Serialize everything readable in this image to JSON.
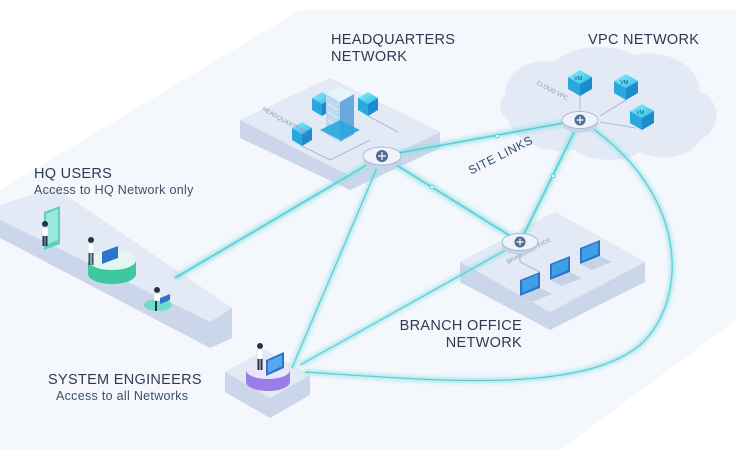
{
  "labels": {
    "hq_title_line1": "HEADQUARTERS",
    "hq_title_line2": "NETWORK",
    "vpc_title": "VPC NETWORK",
    "hq_users_title": "HQ USERS",
    "hq_users_sub": "Access to HQ Network only",
    "site_links": "SITE LINKS",
    "branch_title_line1": "BRANCH OFFICE",
    "branch_title_line2": "NETWORK",
    "engineers_title": "SYSTEM ENGINEERS",
    "engineers_sub": "Access to all Networks"
  },
  "platform_text": {
    "headquarters": "HEADQUARTERS",
    "cloud_vpc": "CLOUD VPC",
    "branch_office": "BRANCH OFFICE",
    "vm": "VM"
  },
  "colors": {
    "link": "#79d8dc",
    "link_dark": "#4fbfc7",
    "platform": "#e3eaf6",
    "platform_edge": "#ccd6ea",
    "server": "#2bb6e8",
    "text": "#2f3a52"
  }
}
